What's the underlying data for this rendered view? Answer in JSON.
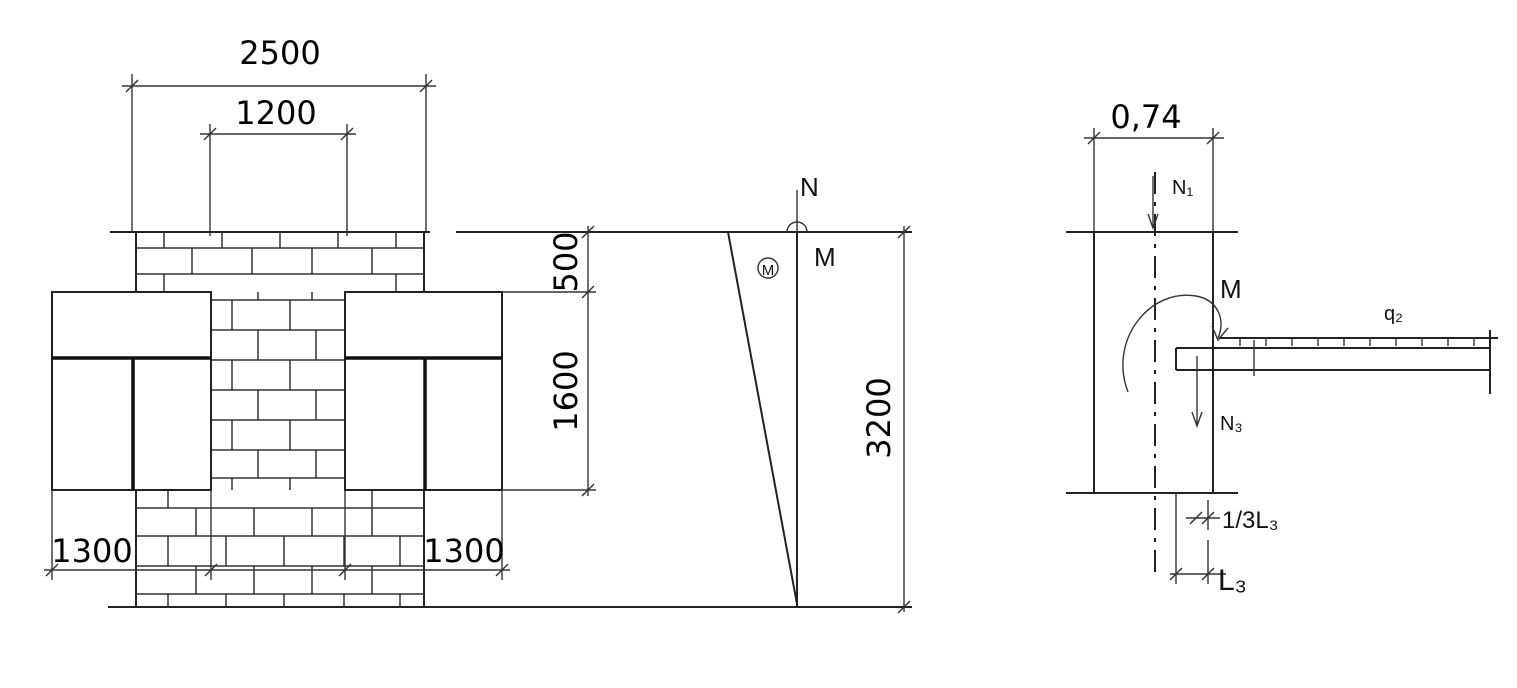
{
  "elevation": {
    "dim_total_width": "2500",
    "dim_pier_width": "1200",
    "dim_window_left": "1300",
    "dim_window_right": "1300",
    "dim_top_segment": "500",
    "dim_window_height": "1600",
    "dim_floor_height": "3200"
  },
  "moment_diagram": {
    "axial_force": "N",
    "moment": "M",
    "moment_symbol": "M"
  },
  "section": {
    "dim_wall_thickness": "0,74",
    "axial_top": "N₁",
    "moment": "M",
    "load": "q₂",
    "axial_slab": "N₃",
    "bearing_third": "1/3L₃",
    "bearing_length": "L₃"
  }
}
